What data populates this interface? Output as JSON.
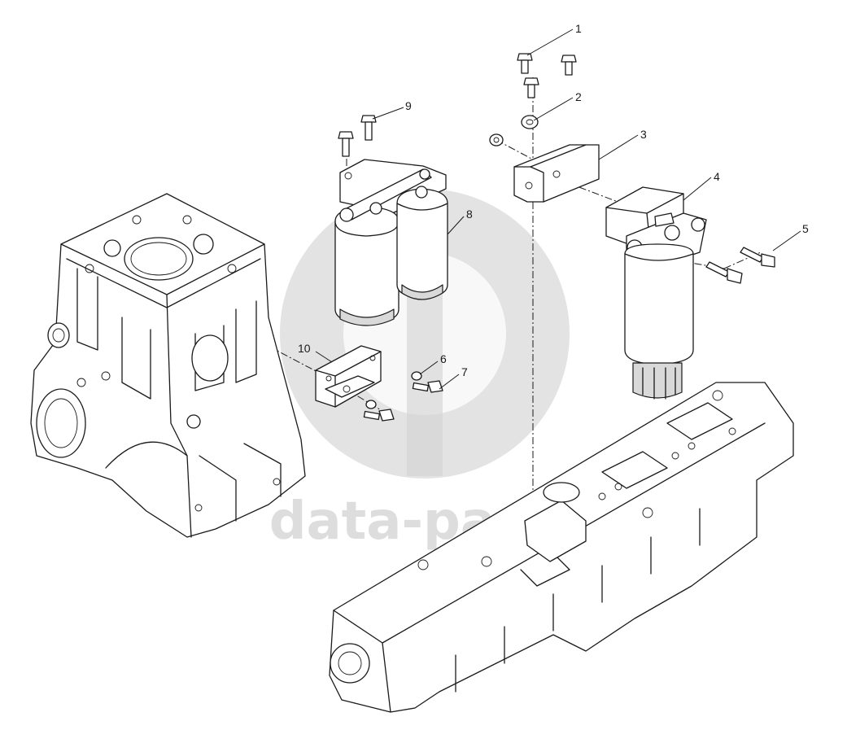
{
  "watermark": {
    "text": "data-parts",
    "color": "#cfcfcf"
  },
  "callouts": [
    {
      "id": "c1",
      "label": "1"
    },
    {
      "id": "c2",
      "label": "2"
    },
    {
      "id": "c3",
      "label": "3"
    },
    {
      "id": "c4",
      "label": "4"
    },
    {
      "id": "c5",
      "label": "5"
    },
    {
      "id": "c6",
      "label": "6"
    },
    {
      "id": "c7",
      "label": "7"
    },
    {
      "id": "c8",
      "label": "8"
    },
    {
      "id": "c9",
      "label": "9"
    },
    {
      "id": "c10",
      "label": "10"
    }
  ]
}
